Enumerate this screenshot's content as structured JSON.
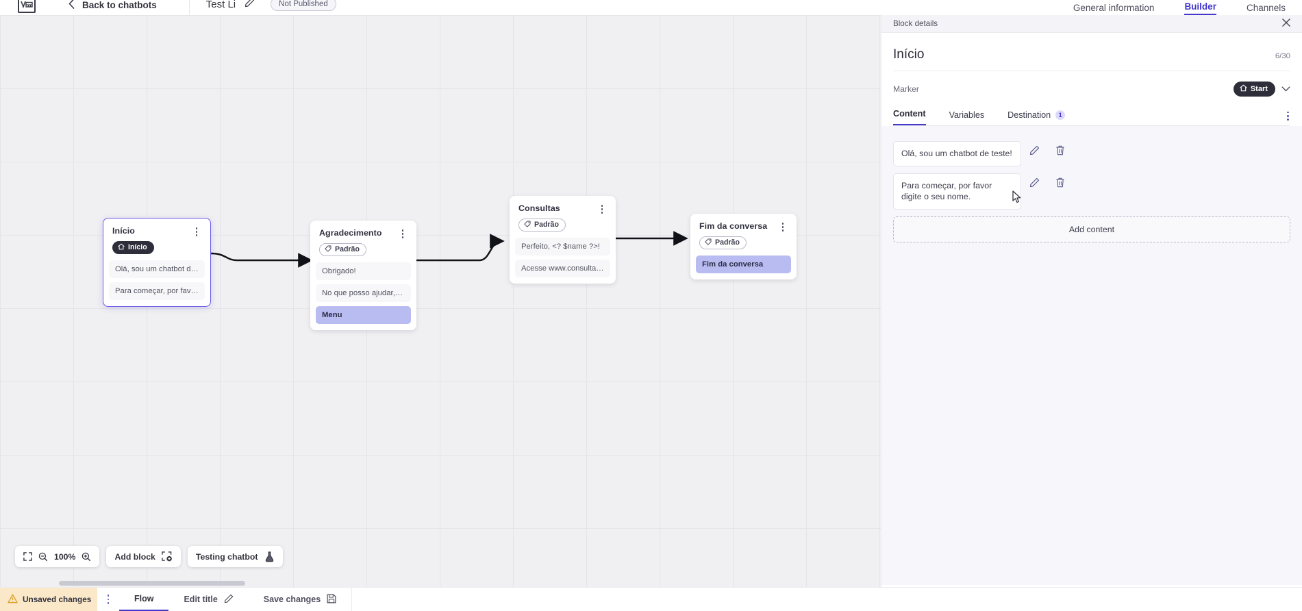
{
  "topbar": {
    "logo_icon": "chatbot-logo-icon",
    "back_chevron_icon": "chevron-left-icon",
    "back_label": "Back to chatbots",
    "bot_title": "Test Li",
    "title_edit_icon": "pencil-icon",
    "publish_status": "Not Published",
    "tabs": [
      {
        "label": "General information",
        "active": false
      },
      {
        "label": "Builder",
        "active": true
      },
      {
        "label": "Channels",
        "active": false
      }
    ]
  },
  "canvas": {
    "nodes": [
      {
        "title": "Início",
        "tag": "Início",
        "tag_icon": "home-icon",
        "tag_style": "start",
        "selected": true,
        "kebab_icon": "kebab-menu-icon",
        "items": [
          {
            "text": "Olá, sou um chatbot de teste!",
            "accent": false
          },
          {
            "text": "Para começar, por favor digite o ...",
            "accent": false
          }
        ]
      },
      {
        "title": "Agradecimento",
        "tag": "Padrão",
        "tag_icon": "tag-icon",
        "tag_style": "default",
        "selected": false,
        "kebab_icon": "kebab-menu-icon",
        "items": [
          {
            "text": "Obrigado!",
            "accent": false
          },
          {
            "text": "No que posso ajudar, <? $name ...",
            "accent": false
          },
          {
            "text": "Menu",
            "accent": true
          }
        ]
      },
      {
        "title": "Consultas",
        "tag": "Padrão",
        "tag_icon": "tag-icon",
        "tag_style": "default",
        "selected": false,
        "kebab_icon": "kebab-menu-icon",
        "items": [
          {
            "text": "Perfeito, <? $name ?>!",
            "accent": false
          },
          {
            "text": "Acesse www.consultas.com par...",
            "accent": false
          }
        ]
      },
      {
        "title": "Fim da conversa",
        "tag": "Padrão",
        "tag_icon": "tag-icon",
        "tag_style": "default",
        "selected": false,
        "kebab_icon": "kebab-menu-icon",
        "items": [
          {
            "text": "Fim da conversa",
            "accent": true
          }
        ]
      }
    ],
    "toolbar": {
      "fit_icon": "fit-screen-icon",
      "zoom_out_icon": "zoom-out-icon",
      "zoom_level": "100%",
      "zoom_in_icon": "zoom-in-icon",
      "add_block_label": "Add block",
      "add_block_icon": "add-block-icon",
      "testing_label": "Testing chatbot",
      "testing_icon": "flask-icon"
    }
  },
  "panel": {
    "header_label": "Block details",
    "close_icon": "close-icon",
    "title": "Início",
    "counter": "6/30",
    "marker_label": "Marker",
    "marker_value": "Start",
    "marker_icon": "home-icon",
    "marker_chevron_icon": "chevron-down-icon",
    "tabs": [
      {
        "label": "Content",
        "badge": "",
        "active": true
      },
      {
        "label": "Variables",
        "badge": "",
        "active": false
      },
      {
        "label": "Destination",
        "badge": "1",
        "active": false
      }
    ],
    "tabs_kebab_icon": "kebab-menu-icon",
    "contents": [
      {
        "text": "Olá, sou um chatbot de teste!",
        "edit_icon": "pencil-icon",
        "delete_icon": "trash-icon"
      },
      {
        "text": "Para começar, por favor digite o seu nome.",
        "edit_icon": "pencil-icon",
        "delete_icon": "trash-icon"
      }
    ],
    "add_content_label": "Add content"
  },
  "statusbar": {
    "unsaved_label": "Unsaved changes",
    "warning_icon": "warning-triangle-icon",
    "kebab_icon": "kebab-menu-icon",
    "tabs": [
      {
        "label": "Flow",
        "icon": "",
        "active": true
      },
      {
        "label": "Edit title",
        "icon": "pencil-icon",
        "active": false
      },
      {
        "label": "Save changes",
        "icon": "save-disk-icon",
        "active": false
      }
    ]
  },
  "colors": {
    "accent": "#4338ca",
    "node_accent_bg": "#b9bcf0",
    "warning_bg": "#fbe8c9",
    "selected_border": "#6b5ce7"
  }
}
